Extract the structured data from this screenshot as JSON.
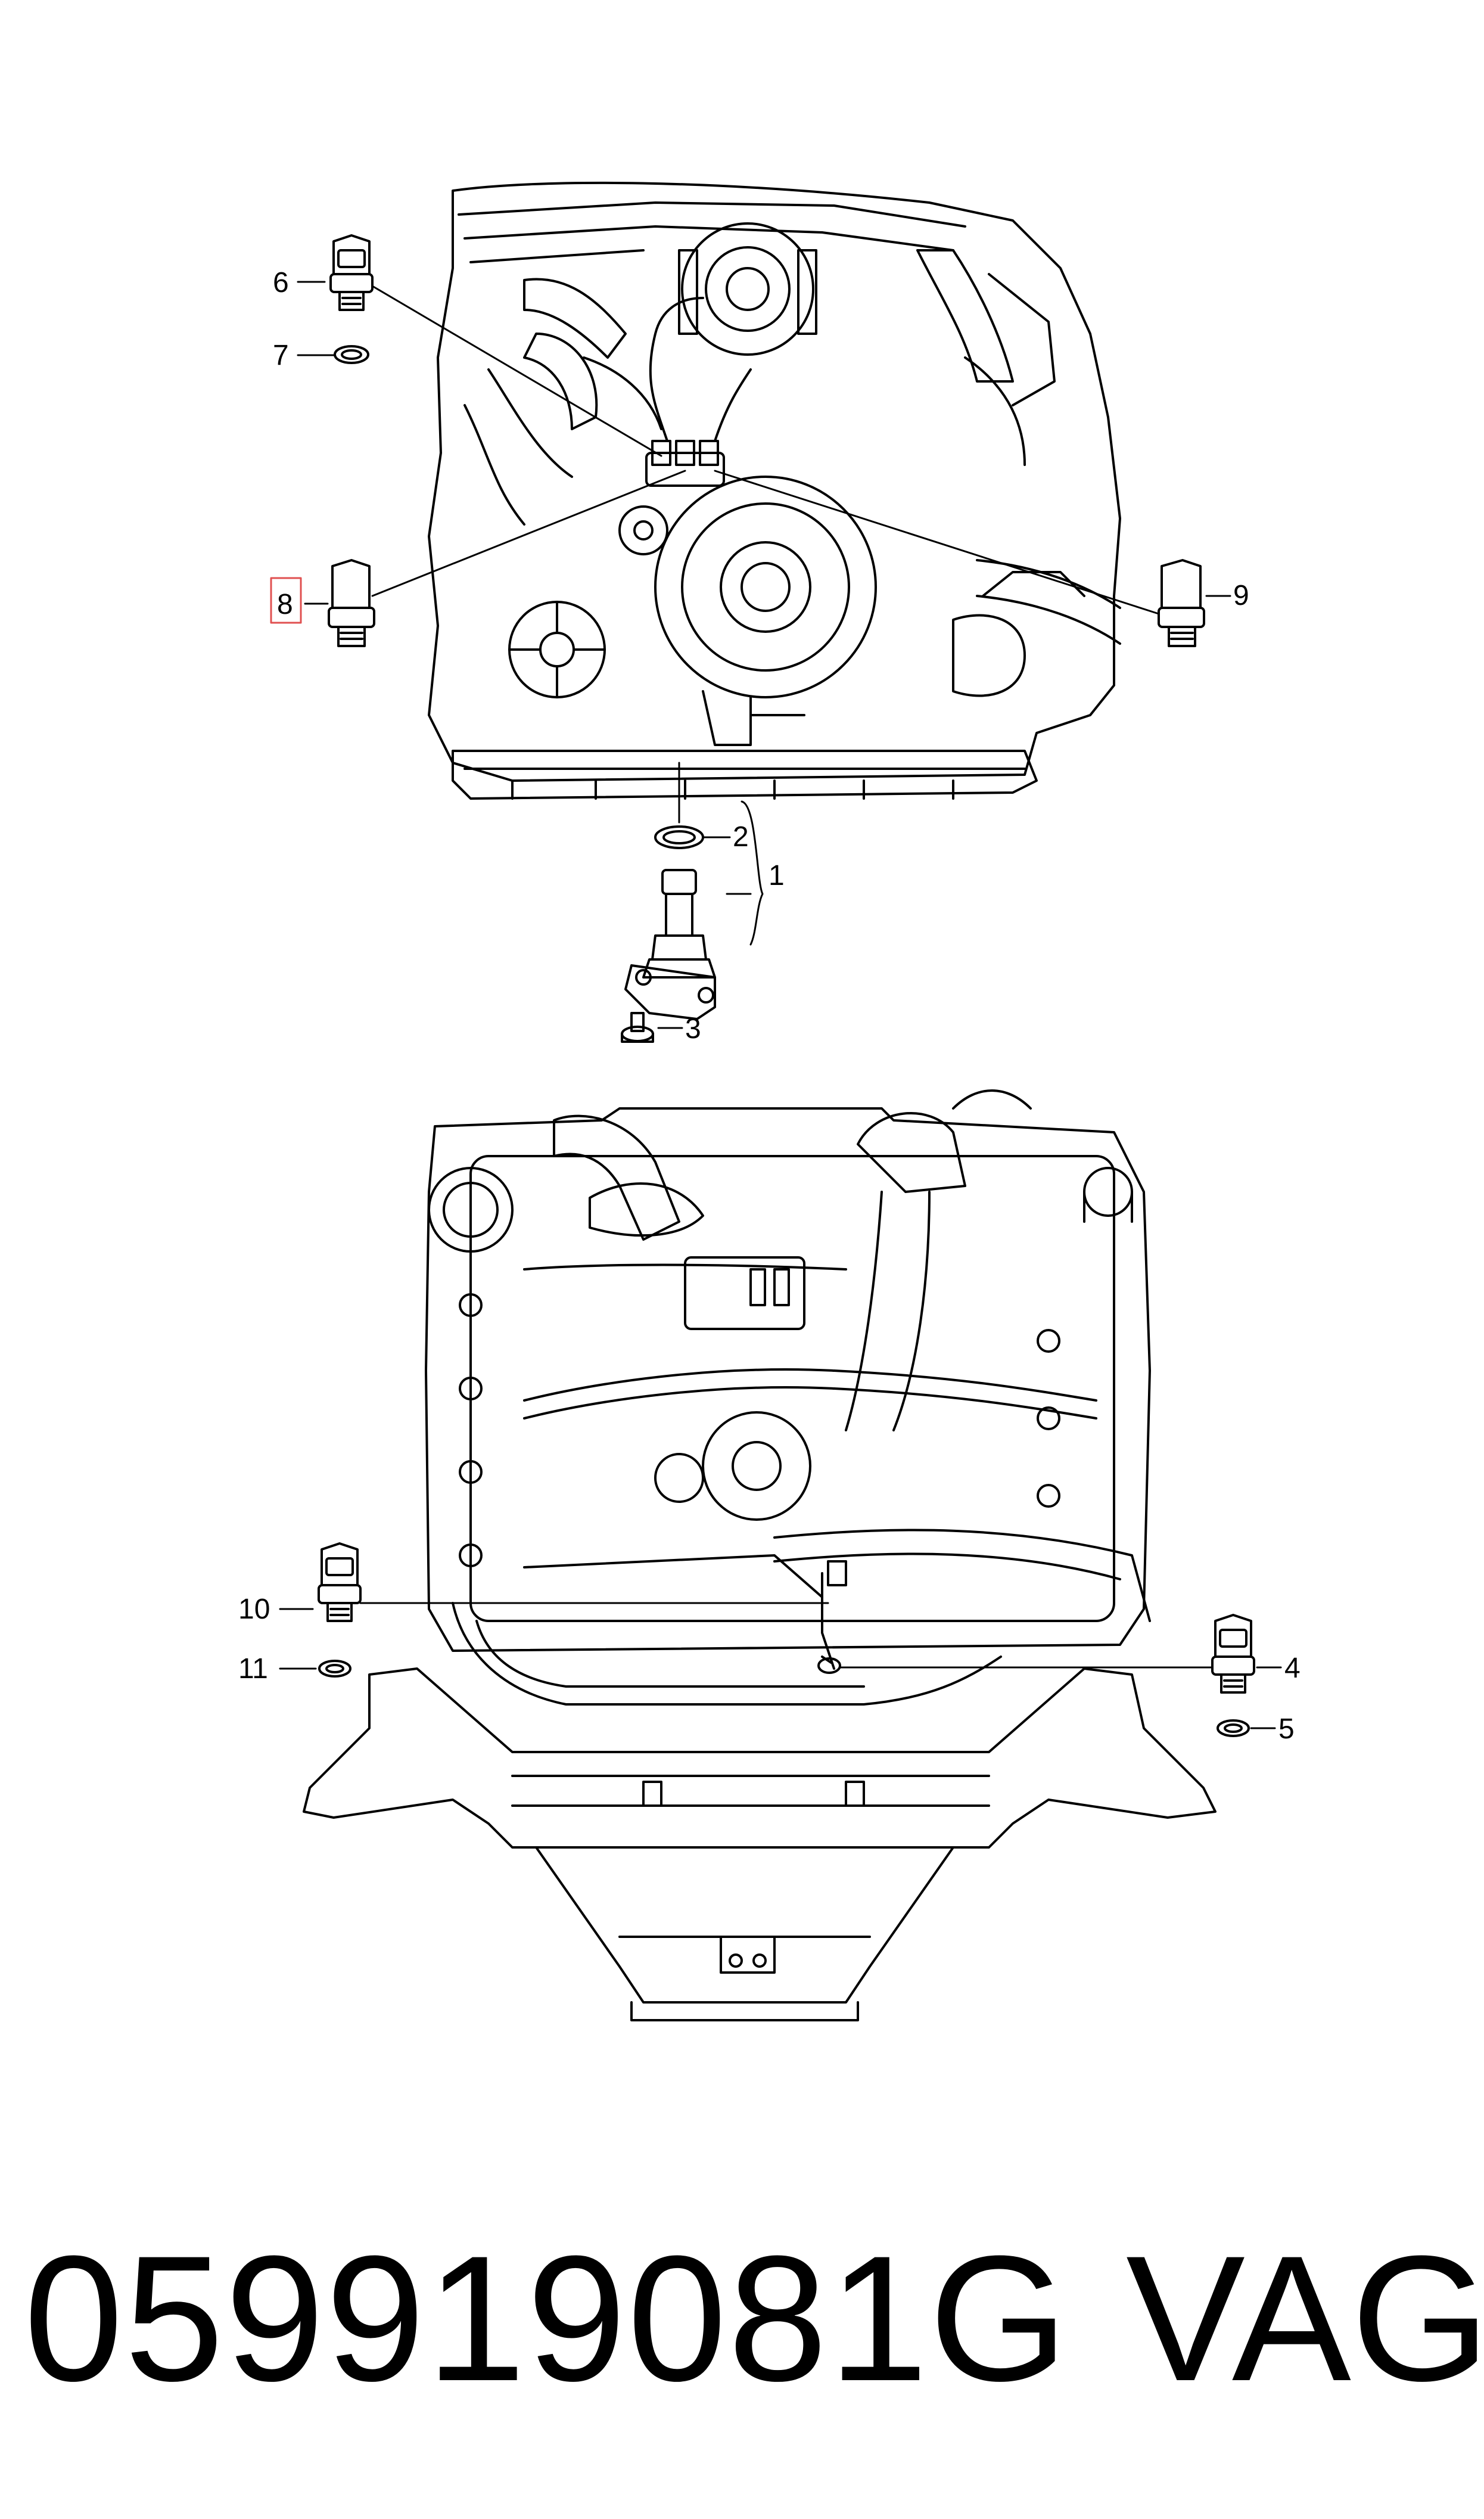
{
  "callouts": {
    "c1": "1",
    "c2": "2",
    "c3": "3",
    "c4": "4",
    "c5": "5",
    "c6": "6",
    "c7": "7",
    "c8": "8",
    "c9": "9",
    "c10": "10",
    "c11": "11"
  },
  "highlight_color": "#e05050",
  "footer": {
    "part_number": "059919081G",
    "brand": "VAG"
  }
}
